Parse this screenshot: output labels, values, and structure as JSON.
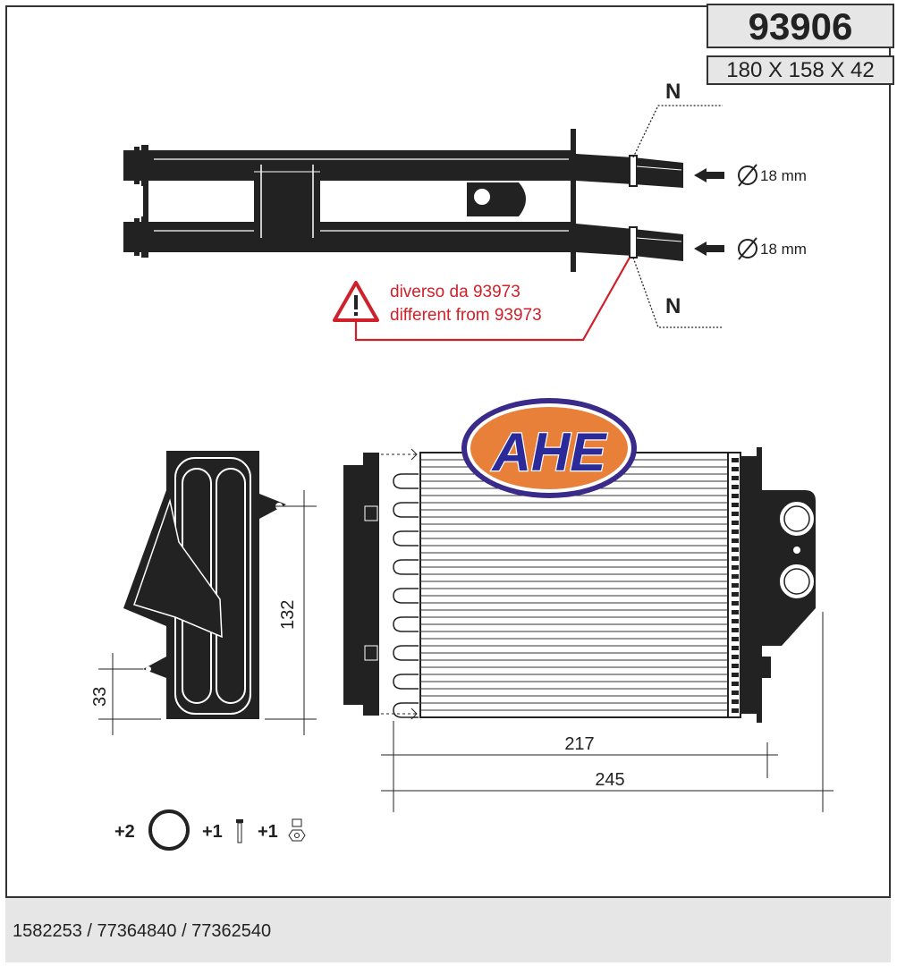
{
  "header": {
    "part_number": "93906",
    "dimensions": "180 X 158 X 42"
  },
  "tube_diagram": {
    "n_label_top": "N",
    "n_label_bottom": "N",
    "diameter_top": "18 mm",
    "diameter_bottom": "18 mm",
    "warning_line_1": "diverso da 93973",
    "warning_line_2": "different from 93973",
    "warning_color": "#d0202a"
  },
  "logo": {
    "text": "AHE",
    "fill_color": "#e8803a",
    "text_color": "#2a2a9a",
    "ring_color": "#3a2a8a"
  },
  "dimensions_drawing": {
    "height_132": "132",
    "height_33": "33",
    "width_217": "217",
    "width_245": "245"
  },
  "accessories": {
    "oring_qty": "+2",
    "bolt_qty": "+1",
    "nut_qty": "+1"
  },
  "footer": {
    "references": "1582253 / 77364840 / 77362540"
  }
}
